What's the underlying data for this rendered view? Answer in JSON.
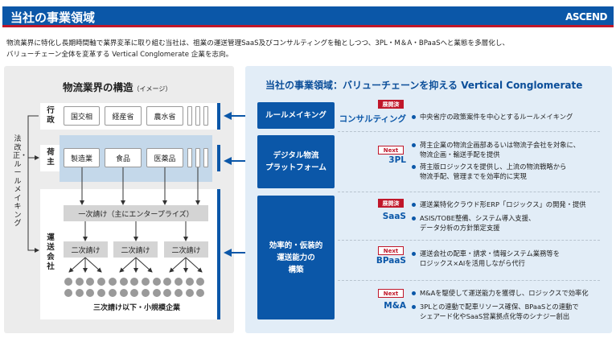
{
  "header": {
    "title": "当社の事業領域",
    "logo": "ASCEND"
  },
  "intro": [
    "物流業界に特化し長期時間軸で業界変革に取り組む当社は、祖業の運送管理SaaS及びコンサルティングを軸としつつ、3PL・M＆A・BPaaSへと業態を多層化し、",
    "バリューチェーン全体を変革する Vertical Conglomerate 企業を志向。"
  ],
  "left": {
    "title": "物流業界の構造",
    "title_sub": "（イメージ）",
    "side_label": "法改正・ルールメイキング",
    "gov": {
      "label": "行政",
      "items": [
        "国交相",
        "経産省",
        "農水省"
      ]
    },
    "shipper": {
      "label": "荷主",
      "items": [
        "製造業",
        "食品",
        "医薬品"
      ]
    },
    "carrier": {
      "label": "運送会社",
      "primary": "一次請け（主にエンタープライズ）",
      "secondary": [
        "二次請け",
        "二次請け",
        "二次請け"
      ],
      "tertiary": "三次請け以下・小規模企業"
    }
  },
  "right": {
    "title": "当社の事業領域：バリューチェーンを抑える Vertical Conglomerate",
    "domains": [
      "ルールメイキング",
      "デジタル物流\nプラットフォーム",
      "効率的・仮装的\n運送能力の\n構築"
    ],
    "services": [
      {
        "name": "コンサルティング",
        "tag": "展開済",
        "bullets": [
          "中央省庁の政策案件を中心とするルールメイキング"
        ]
      },
      {
        "name": "3PL",
        "tag": "Next",
        "bullets": [
          "荷主企業の物流企画部あるいは物流子会社を対象に、\n物流企画・輸送手配を提供",
          "荷主版ロジックスを提供し、上流の物流戦略から\n物流手配、管理までを効率的に実現"
        ]
      },
      {
        "name": "SaaS",
        "tag": "展開済",
        "bullets": [
          "運送業特化クラウド形ERP「ロジックス」の開発・提供",
          "ASIS/TOBE整備、システム導入支援、\nデータ分析の方針策定支援"
        ]
      },
      {
        "name": "BPaaS",
        "tag": "Next",
        "bullets": [
          "運送会社の配車・請求・情報システム業務等を\nロジックス×AIを活用しながら代行"
        ]
      },
      {
        "name": "M&A",
        "tag": "Next",
        "bullets": [
          "M&Aを駆使して運送能力を獲得し、ロジックスで効率化",
          "3PLとの連動で配車リソース確保、BPaaSとの連動で\nシェアード化やSaaS営業拠点化等のシナジー創出"
        ]
      }
    ]
  },
  "colors": {
    "brand": "#0b57a8",
    "accent": "#c0172a"
  }
}
